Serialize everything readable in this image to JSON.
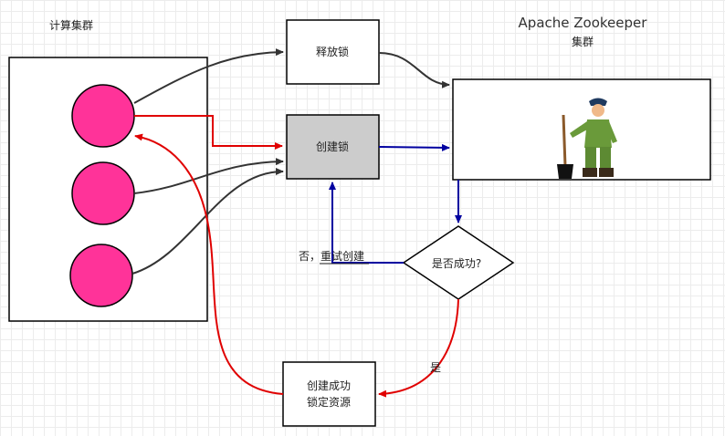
{
  "cluster_label": "计算集群",
  "zk_title_line1": "Apache Zookeeper",
  "zk_title_line2": "集群",
  "release_lock": "释放锁",
  "create_lock": "创建锁",
  "decision": "是否成功?",
  "no_retry": "否，重试创建",
  "yes": "是",
  "success_line1": "创建成功",
  "success_line2": "锁定资源",
  "colors": {
    "node_fill": "#ff3399",
    "red_arrow": "#e00000",
    "blue_arrow": "#0000a0",
    "dark_arrow": "#333333",
    "create_lock_fill": "#cccccc"
  }
}
